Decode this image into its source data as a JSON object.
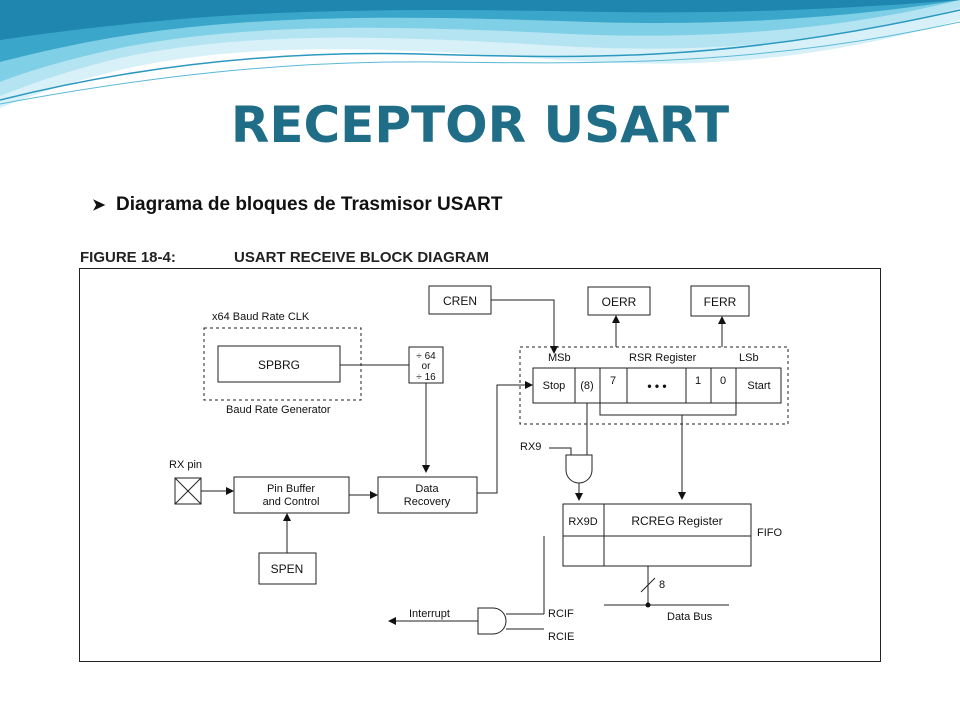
{
  "slide": {
    "title": "RECEPTOR  USART",
    "bullet": "Diagrama de bloques de Trasmisor USART"
  },
  "figure": {
    "label": "FIGURE 18-4:",
    "title": "USART RECEIVE BLOCK DIAGRAM"
  },
  "diagram": {
    "baud_clk_label": "x64 Baud Rate CLK",
    "spbrg": "SPBRG",
    "baud_gen_label": "Baud Rate Generator",
    "divider": [
      "÷ 64",
      "or",
      "÷ 16"
    ],
    "cren": "CREN",
    "oerr": "OERR",
    "ferr": "FERR",
    "msb": "MSb",
    "rsr_register": "RSR Register",
    "lsb": "LSb",
    "rsr_cells": [
      "Stop",
      "(8)",
      "7",
      "• • •",
      "1",
      "0",
      "Start"
    ],
    "rx9": "RX9",
    "rx_pin": "RX pin",
    "pin_buffer": [
      "Pin Buffer",
      "and Control"
    ],
    "data_recovery": [
      "Data",
      "Recovery"
    ],
    "spen": "SPEN",
    "rx9d": "RX9D",
    "rcreg": "RCREG Register",
    "fifo": "FIFO",
    "bus_width": "8",
    "data_bus": "Data Bus",
    "interrupt": "Interrupt",
    "rcif": "RCIF",
    "rcie": "RCIE"
  },
  "colors": {
    "title": "#1f6d86",
    "wave_light": "#c9ecf6",
    "wave_mid": "#7fcfe6",
    "wave_dark": "#3aa6c9"
  }
}
